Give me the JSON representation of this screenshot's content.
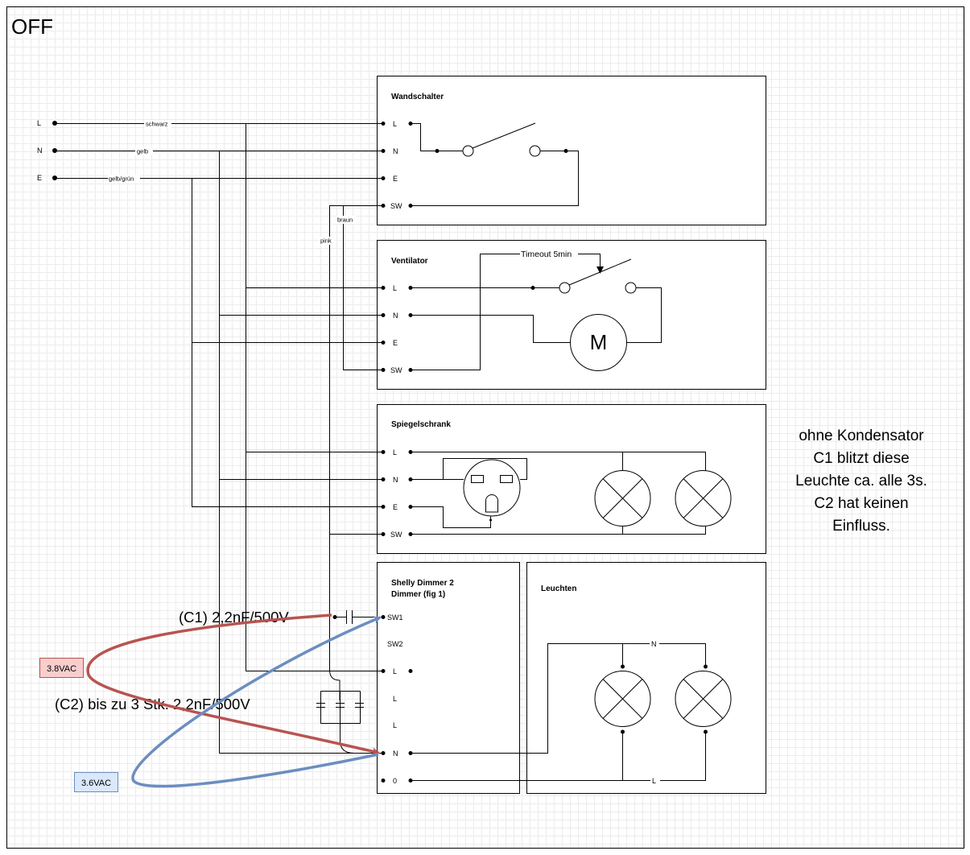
{
  "state_label": "OFF",
  "supply": {
    "terminals": [
      "L",
      "N",
      "E"
    ],
    "wires": [
      "schwarz",
      "gelb",
      "gelb/grün"
    ]
  },
  "wire_labels": {
    "braun": "braun",
    "pink": "pink"
  },
  "wandschalter": {
    "title": "Wandschalter",
    "terminals": [
      "L",
      "N",
      "E",
      "SW"
    ]
  },
  "ventilator": {
    "title": "Ventilator",
    "terminals": [
      "L",
      "N",
      "E",
      "SW"
    ],
    "timeout": "Timeout 5min",
    "motor": "M"
  },
  "spiegelschrank": {
    "title": "Spiegelschrank",
    "terminals": [
      "L",
      "N",
      "E",
      "SW"
    ]
  },
  "dimmer": {
    "title_line1": "Shelly Dimmer 2",
    "title_line2": "Dimmer (fig 1)",
    "terminals": [
      "SW1",
      "SW2",
      "L",
      "L",
      "L",
      "N",
      "0"
    ]
  },
  "leuchten": {
    "title": "Leuchten",
    "n_label": "N",
    "l_label": "L"
  },
  "annotations": {
    "c1": "(C1) 2,2nF/500V",
    "c2": "(C2) bis zu 3 Stk. 2,2nF/500V",
    "v1": "3.8VAC",
    "v2": "3.6VAC",
    "note_lines": [
      "ohne Kondensator",
      "C1 blitzt diese",
      "Leuchte ca. alle 3s.",
      "C2 hat keinen",
      "Einfluss."
    ]
  },
  "colors": {
    "red_arrow": "#b85450",
    "blue_arrow": "#6c8ebf",
    "red_fill": "#f8cecc",
    "blue_fill": "#dae8fc"
  }
}
